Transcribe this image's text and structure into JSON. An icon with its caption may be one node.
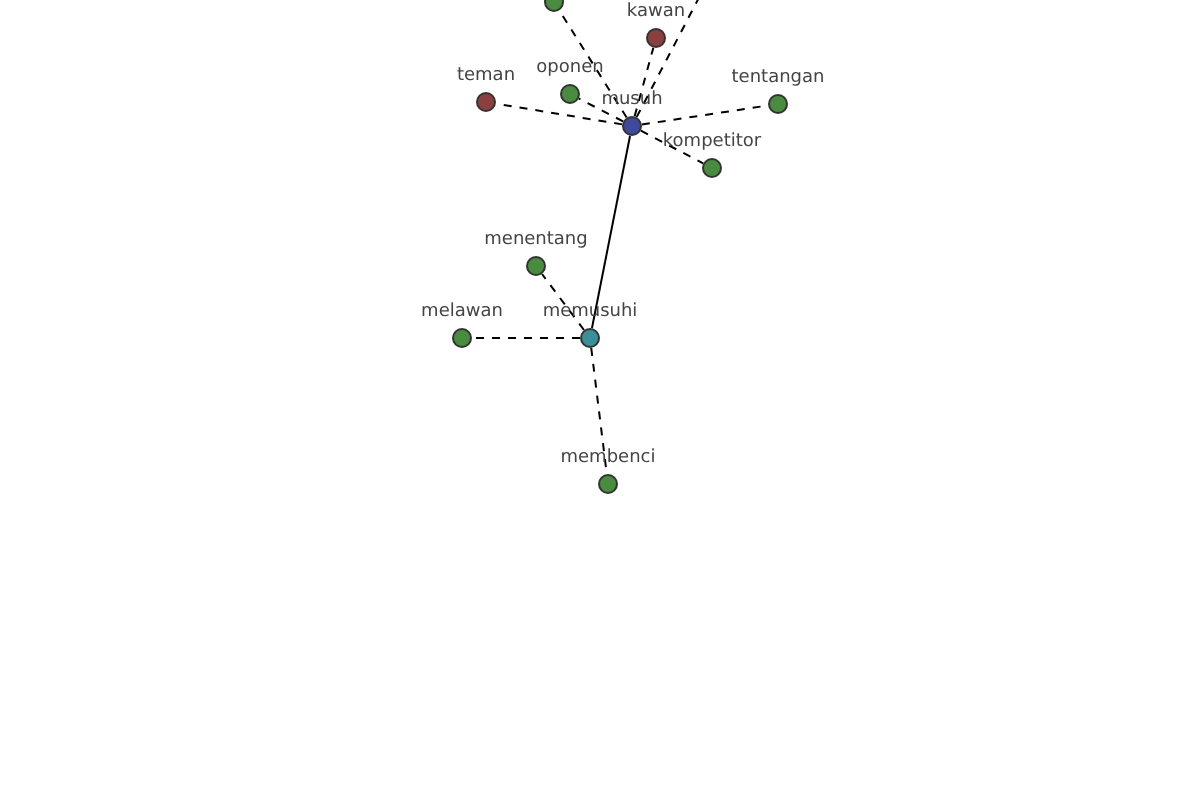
{
  "diagram": {
    "nodes": [
      {
        "text": [],
        "shape": "circle"
      },
      {
        "text": [
          "kawan"
        ]
      },
      {
        "text": [
          "teman"
        ]
      },
      {
        "text": [
          "oponen"
        ]
      },
      {
        "text": [
          "musuh"
        ]
      },
      {
        "text": [
          "tentangan"
        ]
      },
      {
        "text": [
          "kompetitor"
        ]
      },
      {
        "text": [
          "menentang"
        ]
      },
      {
        "text": [
          "memusuhi"
        ]
      },
      {
        "text": [
          "melawan"
        ]
      },
      {
        "text": [
          "membenci"
        ]
      }
    ],
    "edges": [
      {
        "from": 4,
        "to": 0,
        "arrow": "none",
        "style": "dashed"
      },
      {
        "from": 4,
        "to": null,
        "arrow": "none",
        "style": "dashed"
      },
      {
        "from": 4,
        "to": 1,
        "arrow": "none",
        "style": "dashed"
      },
      {
        "from": 4,
        "to": 2,
        "arrow": "none",
        "style": "dashed"
      },
      {
        "from": 4,
        "to": 3,
        "arrow": "none",
        "style": "dashed"
      },
      {
        "from": 4,
        "to": 5,
        "arrow": "none",
        "style": "dashed"
      },
      {
        "from": 4,
        "to": 6,
        "arrow": "none",
        "style": "dashed"
      },
      {
        "from": 4,
        "to": 8,
        "arrow": "none"
      },
      {
        "from": 8,
        "to": 7,
        "arrow": "none",
        "style": "dashed"
      },
      {
        "from": 8,
        "to": 9,
        "arrow": "none",
        "style": "dashed"
      },
      {
        "from": 8,
        "to": 10,
        "arrow": "none",
        "style": "dashed"
      }
    ]
  }
}
